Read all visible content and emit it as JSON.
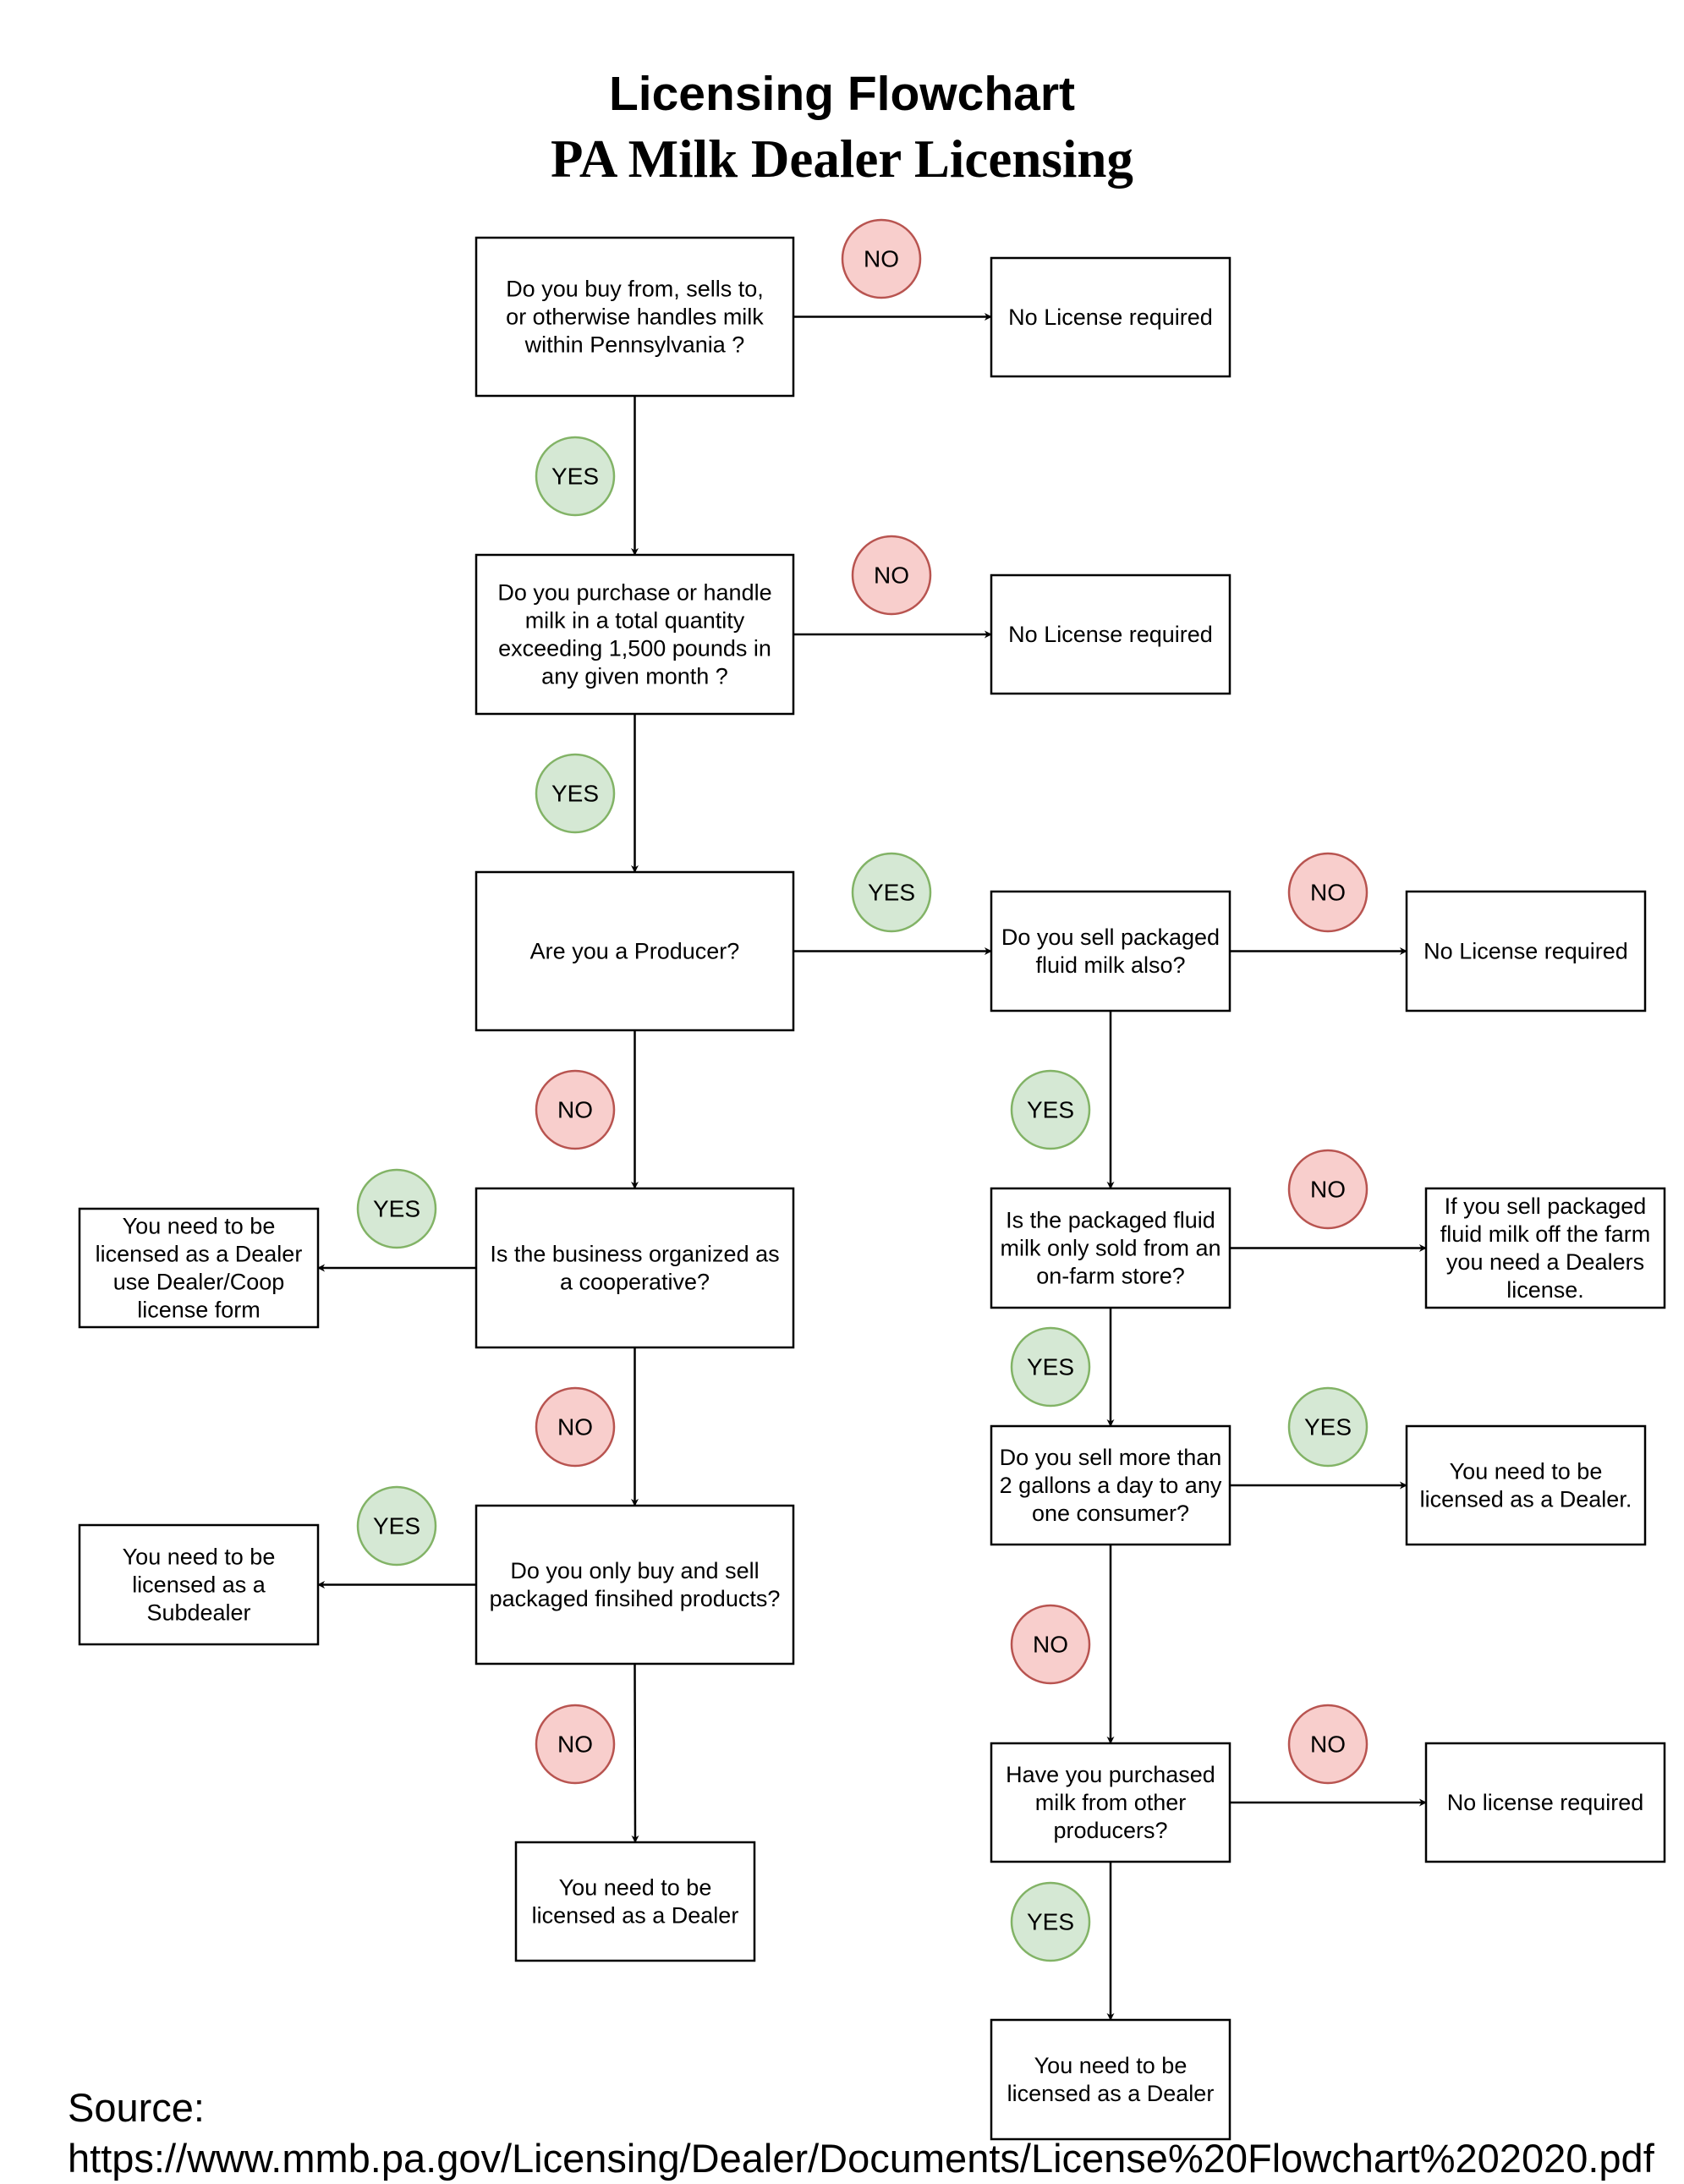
{
  "title": "Licensing Flowchart",
  "subtitle": "PA Milk Dealer Licensing",
  "colors": {
    "yes_fill": "#d5e8d4",
    "yes_stroke": "#82b366",
    "no_fill": "#f8cecc",
    "no_stroke": "#b85450"
  },
  "nodes": [
    {
      "id": "q1",
      "lines": [
        "Do you buy from, sells to,",
        "or otherwise handles milk",
        "within Pennsylvania ?"
      ]
    },
    {
      "id": "n1",
      "lines": [
        "No License required"
      ]
    },
    {
      "id": "q2",
      "lines": [
        "Do you purchase or handle",
        "milk in a total quantity",
        "exceeding 1,500 pounds in",
        "any given month ?"
      ]
    },
    {
      "id": "n2",
      "lines": [
        "No License required"
      ]
    },
    {
      "id": "q3",
      "lines": [
        "Are you a Producer?"
      ]
    },
    {
      "id": "q4",
      "lines": [
        "Do you sell packaged",
        "fluid milk also?"
      ]
    },
    {
      "id": "n3",
      "lines": [
        "No License required"
      ]
    },
    {
      "id": "q5",
      "lines": [
        "Is the business organized as",
        "a cooperative?"
      ]
    },
    {
      "id": "r1",
      "lines": [
        "You need to be",
        "licensed as a Dealer",
        "use Dealer/Coop",
        "license form"
      ]
    },
    {
      "id": "q6",
      "lines": [
        "Is the packaged fluid",
        "milk only sold from an",
        "on-farm store?"
      ]
    },
    {
      "id": "r2",
      "lines": [
        "If you sell packaged",
        "fluid milk off the farm",
        "you need a Dealers",
        "license."
      ]
    },
    {
      "id": "q7",
      "lines": [
        "Do you sell more than",
        "2 gallons a day to any",
        "one consumer?"
      ]
    },
    {
      "id": "r3",
      "lines": [
        "You need to be",
        "licensed as a Dealer."
      ]
    },
    {
      "id": "q8",
      "lines": [
        "Do you only buy and sell",
        "packaged finsihed products?"
      ]
    },
    {
      "id": "r4",
      "lines": [
        "You need to be",
        "licensed as a",
        "Subdealer"
      ]
    },
    {
      "id": "r5",
      "lines": [
        "You need to be",
        "licensed as a Dealer"
      ]
    },
    {
      "id": "q9",
      "lines": [
        "Have you purchased",
        "milk from other",
        "producers?"
      ]
    },
    {
      "id": "n4",
      "lines": [
        "No license required"
      ]
    },
    {
      "id": "r6",
      "lines": [
        "You need to be",
        "licensed as a Dealer"
      ]
    }
  ],
  "edges": [
    {
      "from": "q1",
      "to": "n1",
      "label": "NO"
    },
    {
      "from": "q1",
      "to": "q2",
      "label": "YES"
    },
    {
      "from": "q2",
      "to": "n2",
      "label": "NO"
    },
    {
      "from": "q2",
      "to": "q3",
      "label": "YES"
    },
    {
      "from": "q3",
      "to": "q4",
      "label": "YES"
    },
    {
      "from": "q4",
      "to": "n3",
      "label": "NO"
    },
    {
      "from": "q3",
      "to": "q5",
      "label": "NO"
    },
    {
      "from": "q4",
      "to": "q6",
      "label": "YES"
    },
    {
      "from": "q5",
      "to": "r1",
      "label": "YES"
    },
    {
      "from": "q6",
      "to": "r2",
      "label": "NO"
    },
    {
      "from": "q5",
      "to": "q8",
      "label": "NO"
    },
    {
      "from": "q6",
      "to": "q7",
      "label": "YES"
    },
    {
      "from": "q7",
      "to": "r3",
      "label": "YES"
    },
    {
      "from": "q8",
      "to": "r4",
      "label": "YES"
    },
    {
      "from": "q7",
      "to": "q9",
      "label": "NO"
    },
    {
      "from": "q8",
      "to": "r5",
      "label": "NO"
    },
    {
      "from": "q9",
      "to": "n4",
      "label": "NO"
    },
    {
      "from": "q9",
      "to": "r6",
      "label": "YES"
    }
  ],
  "source": {
    "label": "Source:",
    "url": "https://www.mmb.pa.gov/Licensing/Dealer/Documents/License%20Flowchart%202020.pdf"
  }
}
